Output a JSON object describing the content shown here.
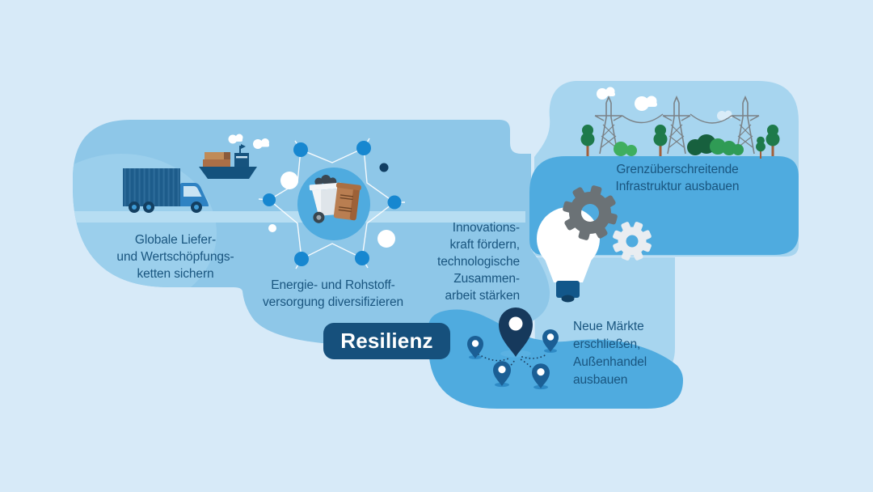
{
  "title": {
    "label": "Resilienz"
  },
  "labels": {
    "supply_chains": "Globale Liefer-\nund Wertschöpfungs-\nketten sichern",
    "energy": "Energie- und Rohstoff-\nversorgung diversifizieren",
    "innovation": "Innovations-\nkraft fördern,\ntechnologische\nZusammen-\narbeit stärken",
    "infrastructure": "Grenzüberschreitende\nInfrastruktur ausbauen",
    "markets": "Neue Märkte\nerschließen,\nAußenhandel\nausbauen"
  },
  "illustrations": {
    "truck": "truck-icon",
    "cargo_ship": "cargo-ship-icon",
    "supply_network": "supply-network-icon",
    "coal_cart": "coal-cart-icon",
    "resource_sack": "resource-sack-icon",
    "lightbulb": "lightbulb-icon",
    "gears": "gears-icon",
    "power_lines": "power-lines-icon",
    "trees": "trees-icon",
    "map_pins": "map-pins-icon",
    "clouds": "clouds-icon"
  },
  "colors": {
    "background": "#d7eaf8",
    "blob_main": "#8ec7e8",
    "blob_light": "#a7d5ef",
    "blob_dark": "#4fabdf",
    "road_band": "#b6ddf2",
    "hill": "#9bcfec",
    "navy_text": "#19557f",
    "title_box": "#16507c",
    "pin_dark": "#16395c",
    "pin_medium": "#1b5f95",
    "node_blue": "#1787d0",
    "gear_dark": "#6b7276",
    "gear_light": "#e9edf1",
    "tree_green": "#1e7a4b",
    "bush_light": "#3fae5f",
    "bush_dark": "#17603e",
    "sack_brown": "#b97e51"
  }
}
